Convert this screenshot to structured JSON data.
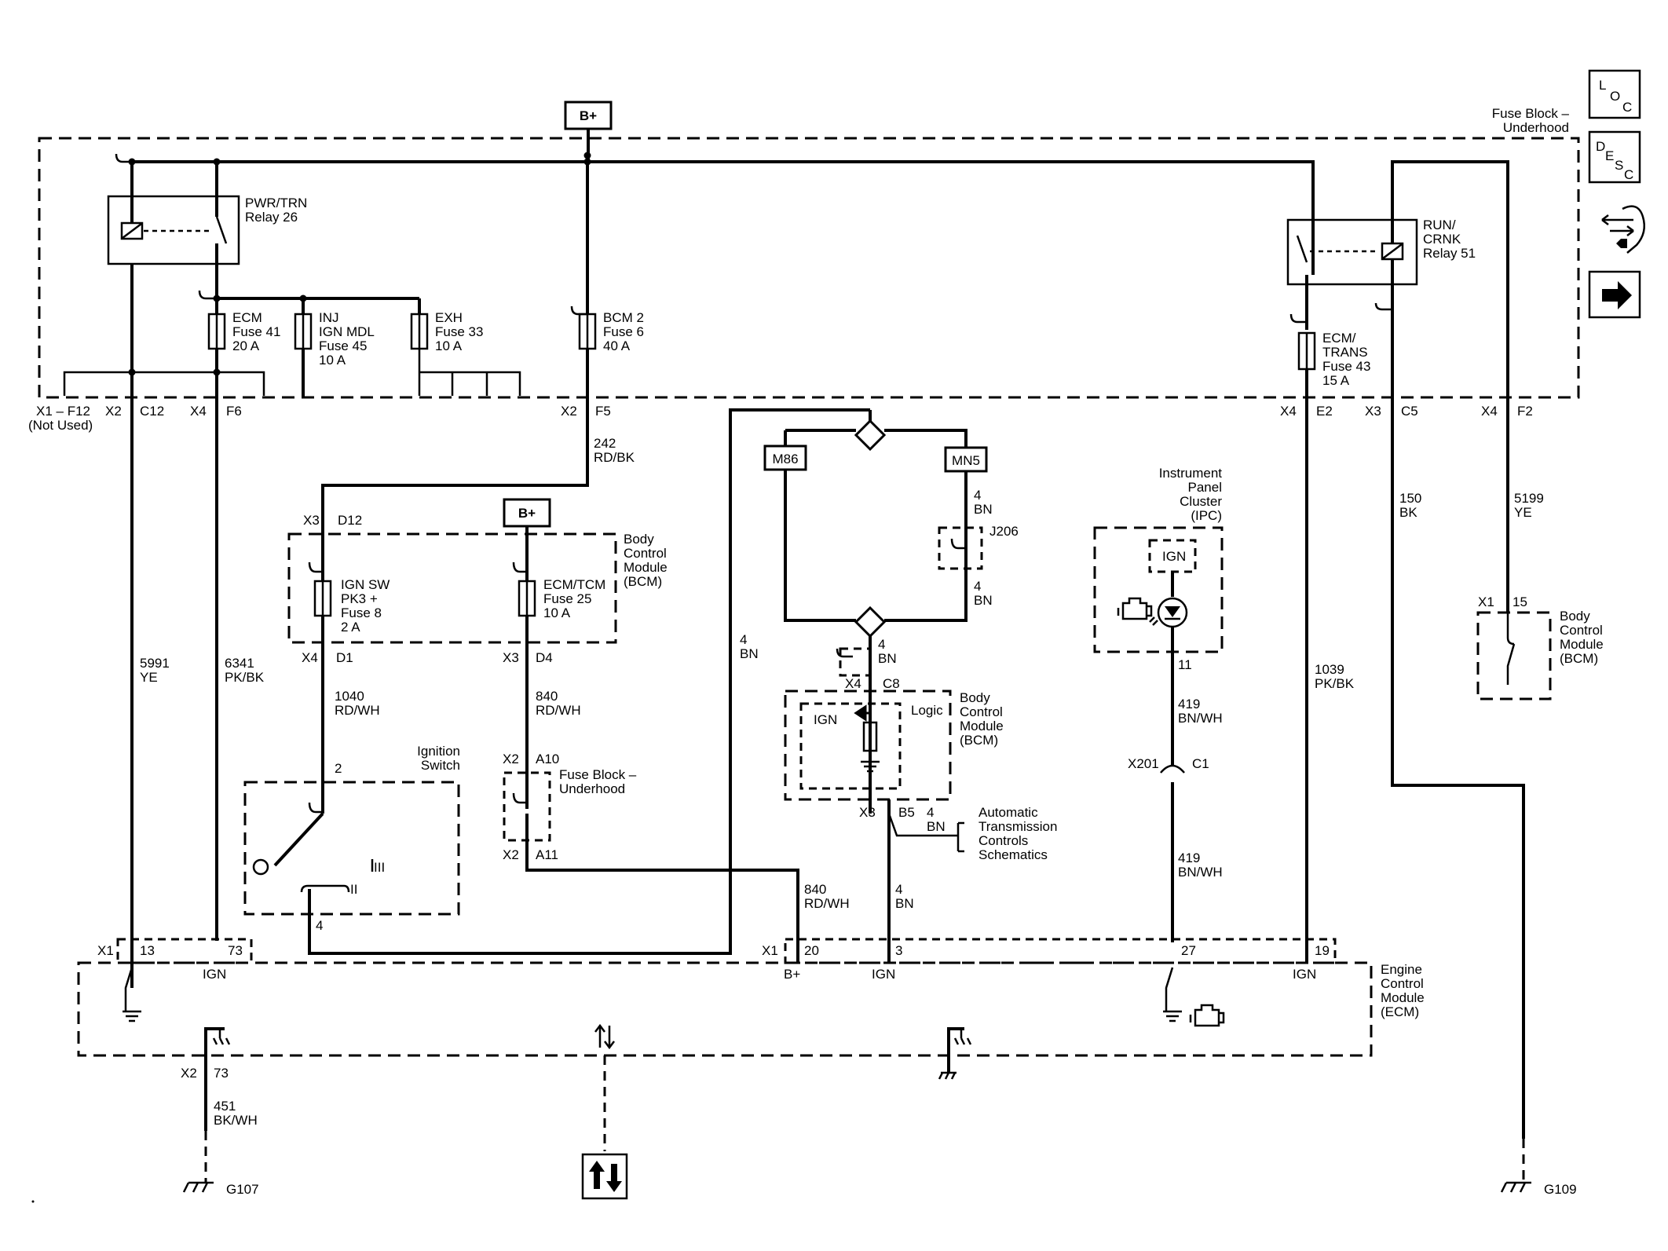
{
  "title_label": "Fuse Block –\nUnderhood",
  "nav": {
    "loc": [
      "L",
      "O",
      "C"
    ],
    "desc": [
      "D",
      "E",
      "S",
      "C"
    ]
  },
  "bplus": "B+",
  "relays": {
    "pwr_trn": "PWR/TRN\nRelay 26",
    "run_crnk": "RUN/\nCRNK\nRelay 51"
  },
  "fuses": {
    "ecm41": "ECM\nFuse 41\n20 A",
    "inj45": "INJ\nIGN MDL\nFuse 45\n10 A",
    "exh33": "EXH\nFuse 33\n10 A",
    "bcm6": "BCM 2\nFuse 6\n40 A",
    "ecmtrans43": "ECM/\nTRANS\nFuse 43\n15 A",
    "ignsw8": "IGN SW\nPK3 +\nFuse 8\n2 A",
    "ecmtcm25": "ECM/TCM\nFuse 25\n10 A"
  },
  "connectors": {
    "x1_f12": "X1 – F12",
    "not_used": "(Not Used)",
    "x2": "X2",
    "c12": "C12",
    "x4": "X4",
    "f6": "F6",
    "f5": "F5",
    "e2": "E2",
    "x3": "X3",
    "c5": "C5",
    "f2": "F2",
    "d12": "D12",
    "d1": "D1",
    "d4": "D4",
    "a10": "A10",
    "a11": "A11",
    "c8": "C8",
    "b5": "B5",
    "x201": "X201",
    "c1": "C1",
    "x1": "X1",
    "pin13": "13",
    "pin73": "73",
    "pin20": "20",
    "pin3": "3",
    "pin27": "27",
    "pin19": "19",
    "pin2": "2",
    "pin4": "4",
    "pin11": "11",
    "pin15": "15"
  },
  "wires": {
    "w242": "242\nRD/BK",
    "w5991": "5991\nYE",
    "w6341": "6341\nPK/BK",
    "w1040": "1040\nRD/WH",
    "w840a": "840\nRD/WH",
    "w840b": "840\nRD/WH",
    "w4bn_a": "4\nBN",
    "w4bn_b": "4\nBN",
    "w4bn_c": "4\nBN",
    "w4bn_d": "4\nBN",
    "w4bn_e": "4\nBN",
    "w4bn_f": "4\nBN",
    "w419a": "419\nBN/WH",
    "w419b": "419\nBN/WH",
    "w1039": "1039\nPK/BK",
    "w150": "150\nBK",
    "w5199": "5199\nYE",
    "w451": "451\nBK/WH"
  },
  "splices": {
    "m86": "M86",
    "mn5": "MN5",
    "j206": "J206"
  },
  "modules": {
    "bcm_a": "Body\nControl\nModule\n(BCM)",
    "bcm_b": "Body\nControl\nModule\n(BCM)",
    "bcm_c": "Body\nControl\nModule\n(BCM)",
    "ipc": "Instrument\nPanel\nCluster\n(IPC)",
    "ign_switch": "Ignition\nSwitch",
    "fuse_block_small": "Fuse Block –\nUnderhood",
    "ecm": "Engine\nControl\nModule\n(ECM)",
    "atc": "Automatic\nTransmission\nControls\nSchematics",
    "logic": "Logic",
    "ign": "IGN",
    "bplus_pin": "B+",
    "sw_pos_3": "III",
    "sw_pos_2": "II"
  },
  "grounds": {
    "g107": "G107",
    "g109": "G109"
  }
}
